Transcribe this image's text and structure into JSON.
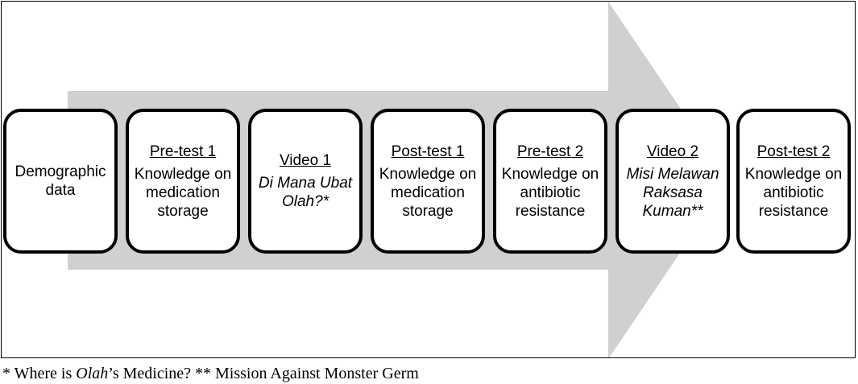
{
  "colors": {
    "arrow": "#d0d0d0",
    "box_border": "#000000",
    "box_fill": "#ffffff",
    "text": "#000000"
  },
  "steps": [
    {
      "title": "",
      "body": "Demographic data",
      "italic": false
    },
    {
      "title": "Pre-test 1",
      "body": "Knowledge on medication storage",
      "italic": false
    },
    {
      "title": "Video 1",
      "body": "Di Mana Ubat Olah?*",
      "italic": true
    },
    {
      "title": "Post-test 1",
      "body": "Knowledge on medication storage",
      "italic": false
    },
    {
      "title": "Pre-test 2",
      "body": "Knowledge on antibiotic resistance",
      "italic": false
    },
    {
      "title": "Video 2",
      "body": "Misi Melawan Raksasa Kuman**",
      "italic": true
    },
    {
      "title": "Post-test 2",
      "body": "Knowledge on antibiotic resistance",
      "italic": false
    }
  ],
  "footnote": {
    "part1": "* Where is ",
    "part2_italic": "Olah",
    "part3": "’s Medicine? ** Mission Against Monster Germ"
  }
}
